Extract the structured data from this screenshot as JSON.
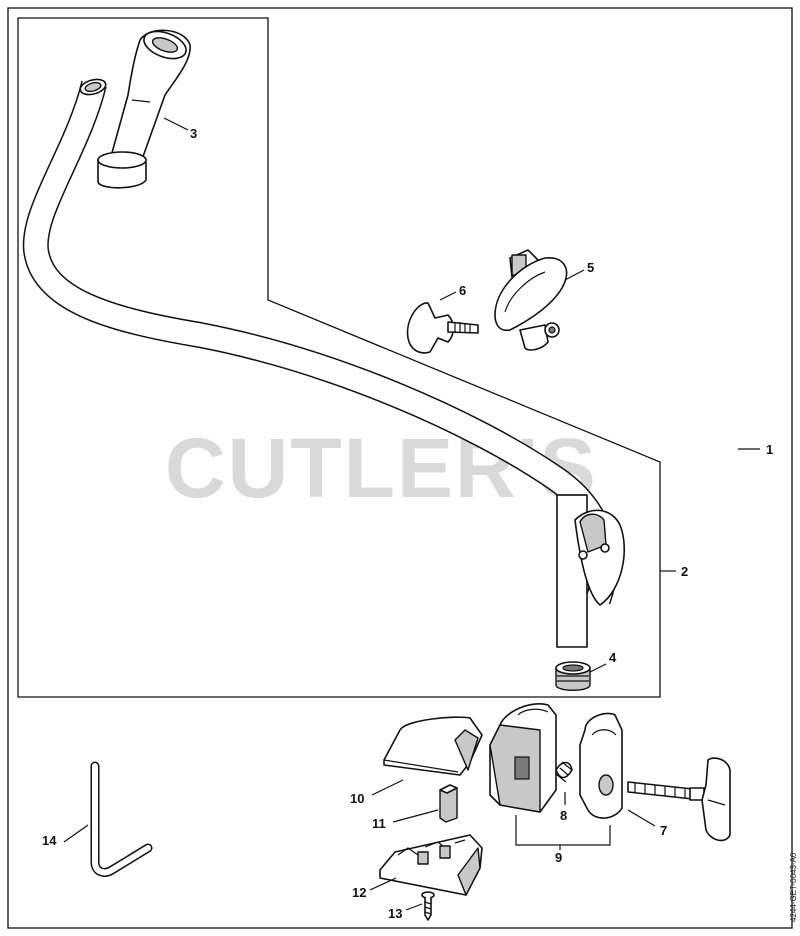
{
  "watermark": "CUTLER'S",
  "drawing_code": "4244-GET-0043-A0",
  "callouts": {
    "c1": "1",
    "c2": "2",
    "c3": "3",
    "c4": "4",
    "c5": "5",
    "c6": "6",
    "c7": "7",
    "c8": "8",
    "c9": "9",
    "c10": "10",
    "c11": "11",
    "c12": "12",
    "c13": "13",
    "c14": "14"
  }
}
